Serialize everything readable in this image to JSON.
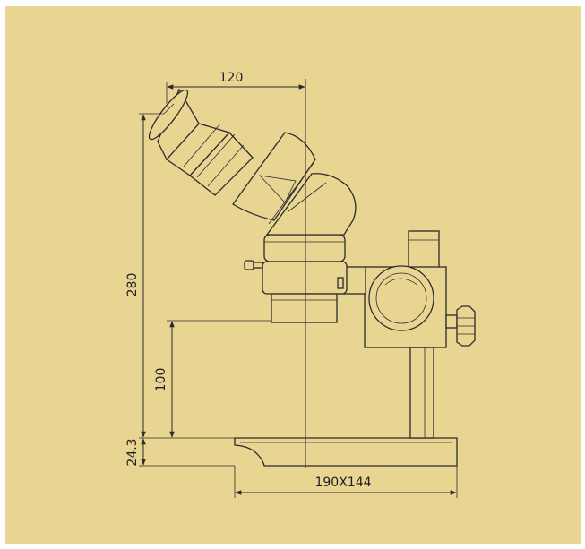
{
  "colors": {
    "background": "#e9d592",
    "line": "#2b2b2b",
    "frame": "#ffffff"
  },
  "dimensions": {
    "eyepiece_offset": "120",
    "total_height": "280",
    "working_distance": "100",
    "base_thickness": "24.3",
    "base_size": "190X144"
  }
}
